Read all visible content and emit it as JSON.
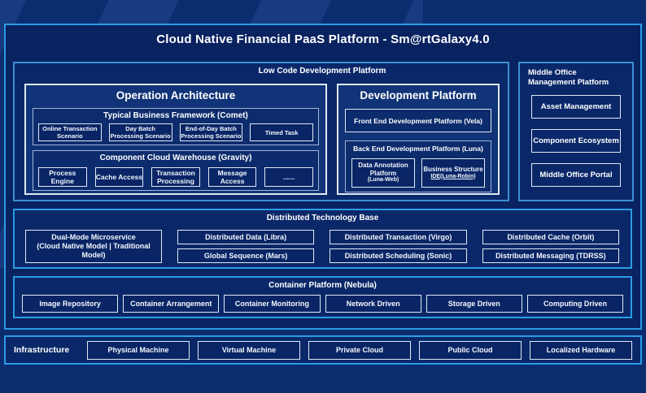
{
  "title": "Cloud Native Financial PaaS Platform - Sm@rtGalaxy4.0",
  "palette": {
    "page_bg": "#0b2d70",
    "panel_bg": "#092361",
    "section_bg": "#0a2869",
    "inner_panel_bg": "#113377",
    "cell_bg": "#092566",
    "accent_border": "#2b9ce4",
    "soft_border": "#3e8fd2",
    "light_border": "#e0eaf5",
    "text": "#ffffff"
  },
  "low_code": {
    "label": "Low Code Development Platform",
    "operation": {
      "title": "Operation Architecture",
      "typical": {
        "title": "Typical Business Framework (Comet)",
        "items": [
          "Online Transaction Scenario",
          "Day Batch Processing Scenario",
          "End-of-Day Batch Processing Scenario",
          "Timed Task"
        ]
      },
      "warehouse": {
        "title": "Component Cloud Warehouse (Gravity)",
        "items": [
          "Process Engine",
          "Cache Access",
          "Transaction Processing",
          "Message Access",
          "......"
        ]
      }
    },
    "development": {
      "title": "Development Platform",
      "front_end": "Front End Development Platform (Vela)",
      "back_end": {
        "title": "Back End Development Platform (Luna)",
        "box1": {
          "line1": "Data Annotation Platform",
          "line2": "(Luna-Web)"
        },
        "box2": {
          "line1": "Business Structure",
          "line2": "IDE(Luna-Robin)"
        }
      }
    }
  },
  "middle_office": {
    "label": "Middle Office Management Platform",
    "items": [
      "Asset Management",
      "Component Ecosystem",
      "Middle Office Portal"
    ]
  },
  "distributed": {
    "label": "Distributed Technology Base",
    "dual_mode": {
      "line1": "Dual-Mode Microservice",
      "line2": "(Cloud Native Model | Traditional Model)"
    },
    "columns": [
      [
        "Distributed Data (Libra)",
        "Global Sequence (Mars)"
      ],
      [
        "Distributed Transaction (Virgo)",
        "Distributed Scheduling (Sonic)"
      ],
      [
        "Distributed Cache (Orbit)",
        "Distributed Messaging (TDRSS)"
      ]
    ]
  },
  "container_platform": {
    "label": "Container Platform (Nebula)",
    "items": [
      "Image Repository",
      "Container Arrangement",
      "Container Monitoring",
      "Network Driven",
      "Storage Driven",
      "Computing Driven"
    ]
  },
  "infrastructure": {
    "label": "Infrastructure",
    "items": [
      "Physical Machine",
      "Virtual Machine",
      "Private Cloud",
      "Public Cloud",
      "Localized Hardware"
    ]
  }
}
